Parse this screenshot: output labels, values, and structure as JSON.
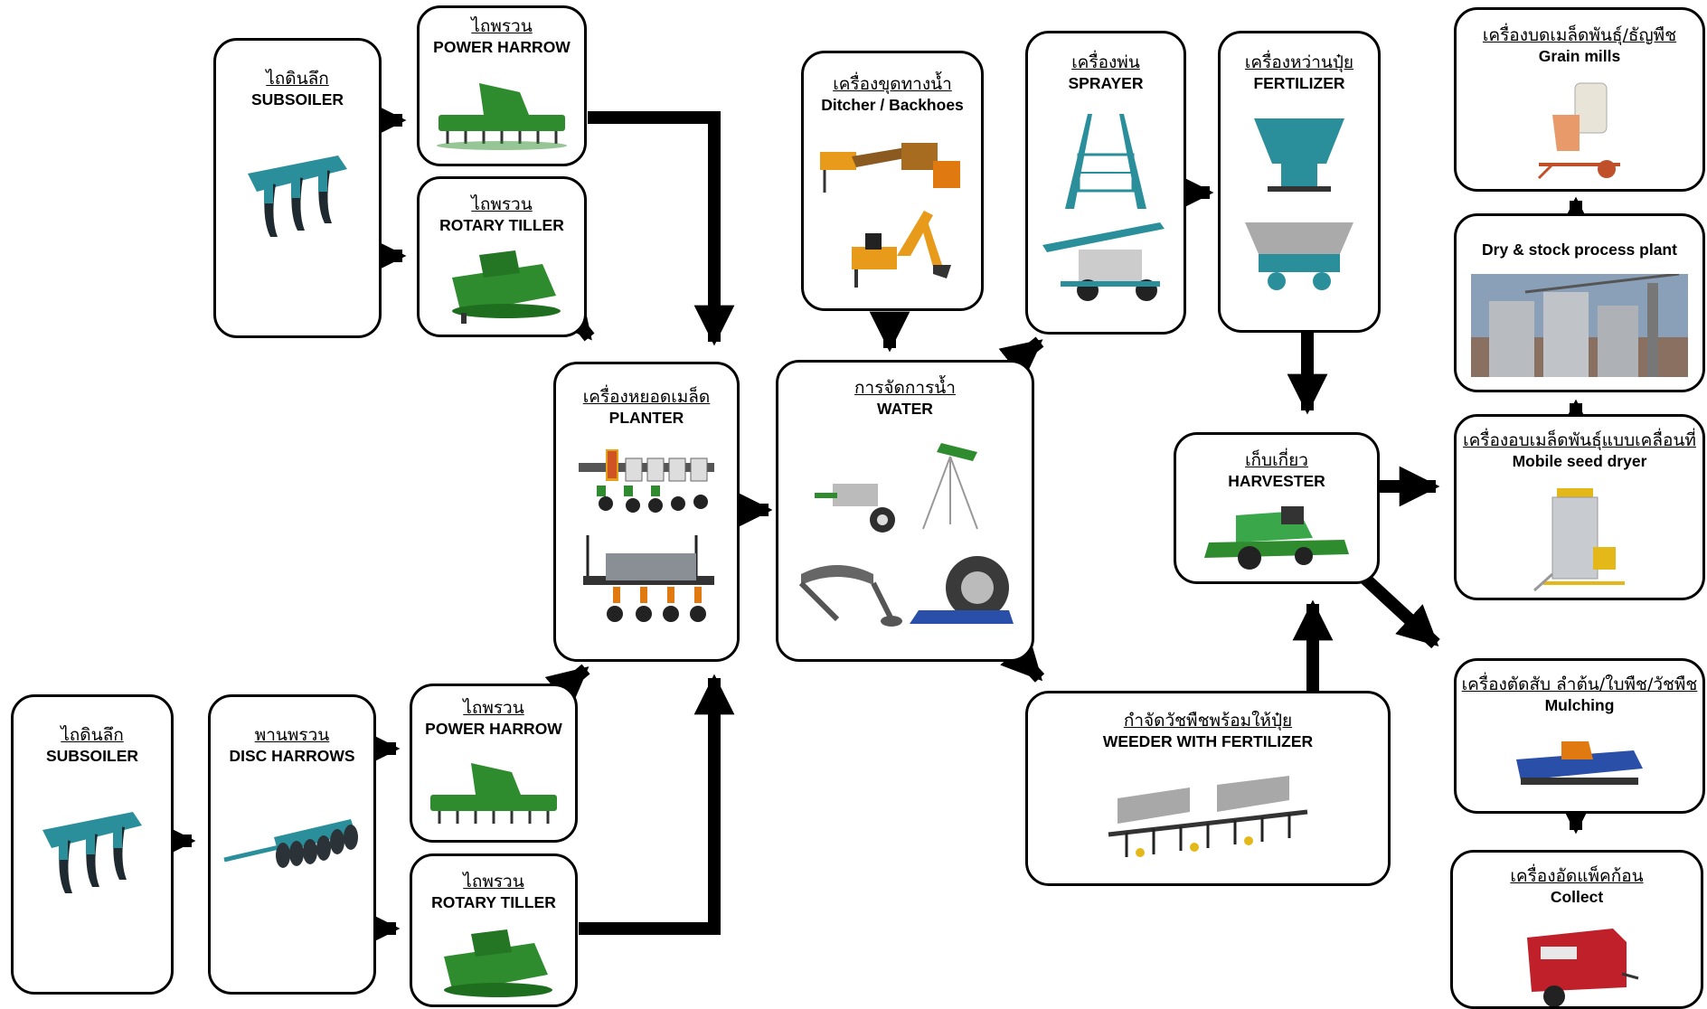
{
  "colors": {
    "border": "#000000",
    "arrow": "#000000",
    "implement_green": "#2e8b2e",
    "implement_teal": "#2a8f9a",
    "implement_orange": "#e89a1a",
    "implement_gray": "#8a8f96",
    "baler_red": "#c0202a"
  },
  "nodes": {
    "subsoiler_top": {
      "th": "ไถดินลึก",
      "en": "SUBSOILER",
      "icon": "subsoiler-icon"
    },
    "power_harrow_top": {
      "th": "ไถพรวน",
      "en": "POWER HARROW",
      "icon": "power-harrow-icon"
    },
    "rotary_tiller_top": {
      "th": "ไถพรวน",
      "en": "ROTARY TILLER",
      "icon": "rotary-tiller-icon"
    },
    "subsoiler_bottom": {
      "th": "ไถดินลึก",
      "en": "SUBSOILER",
      "icon": "subsoiler-icon"
    },
    "disc_harrows": {
      "th": "พานพรวน",
      "en": "DISC HARROWS",
      "icon": "disc-harrow-icon"
    },
    "power_harrow_bottom": {
      "th": "ไถพรวน",
      "en": "POWER HARROW",
      "icon": "power-harrow-icon"
    },
    "rotary_tiller_bottom": {
      "th": "ไถพรวน",
      "en": "ROTARY TILLER",
      "icon": "rotary-tiller-icon"
    },
    "planter": {
      "th": "เครื่องหยอดเมล็ด",
      "en": "PLANTER",
      "icon": "planter-icon"
    },
    "ditcher": {
      "th": "เครื่องขุดทางน้ำ",
      "en": "Ditcher / Backhoes",
      "icon": "backhoe-icon"
    },
    "water": {
      "th": "การจัดการน้ำ",
      "en": "WATER",
      "icon": "irrigation-icon"
    },
    "sprayer": {
      "th": "เครื่องพ่น",
      "en": "SPRAYER",
      "icon": "sprayer-icon"
    },
    "fertilizer": {
      "th": "เครื่องหว่านปุ๋ย",
      "en": "FERTILIZER",
      "icon": "fertilizer-spreader-icon"
    },
    "weeder": {
      "th": "กำจัดวัชพืชพร้อมให้ปุ๋ย",
      "en": "WEEDER WITH FERTILIZER",
      "icon": "weeder-icon"
    },
    "harvester": {
      "th": "เก็บเกี่ยว",
      "en": "HARVESTER",
      "icon": "combine-harvester-icon"
    },
    "grain_mills": {
      "th": "เครื่องบดเมล็ดพันธุ์/ธัญพืช",
      "en": "Grain mills",
      "icon": "grain-mill-icon"
    },
    "dry_stock": {
      "th": "",
      "en": "Dry & stock process plant",
      "icon": "silo-plant-icon"
    },
    "seed_dryer": {
      "th": "เครื่องอบเมล็ดพันธุ์แบบเคลื่อนที่",
      "en": "Mobile seed dryer",
      "icon": "seed-dryer-icon"
    },
    "mulching": {
      "th": "เครื่องตัดสับ ลำต้น/ใบพืช/วัชพืช",
      "en": "Mulching",
      "icon": "mulcher-icon"
    },
    "collect": {
      "th": "เครื่องอัดแพ็คก้อน",
      "en": "Collect",
      "icon": "baler-icon"
    }
  },
  "edges": [
    [
      "subsoiler_top",
      "power_harrow_top"
    ],
    [
      "subsoiler_top",
      "rotary_tiller_top"
    ],
    [
      "power_harrow_top",
      "planter"
    ],
    [
      "rotary_tiller_top",
      "planter"
    ],
    [
      "subsoiler_bottom",
      "disc_harrows"
    ],
    [
      "disc_harrows",
      "power_harrow_bottom"
    ],
    [
      "disc_harrows",
      "rotary_tiller_bottom"
    ],
    [
      "power_harrow_bottom",
      "planter"
    ],
    [
      "rotary_tiller_bottom",
      "planter"
    ],
    [
      "planter",
      "water"
    ],
    [
      "ditcher",
      "water"
    ],
    [
      "water",
      "sprayer"
    ],
    [
      "water",
      "weeder"
    ],
    [
      "sprayer",
      "fertilizer"
    ],
    [
      "fertilizer",
      "harvester"
    ],
    [
      "weeder",
      "harvester"
    ],
    [
      "harvester",
      "seed_dryer"
    ],
    [
      "harvester",
      "mulching"
    ],
    [
      "seed_dryer",
      "dry_stock"
    ],
    [
      "dry_stock",
      "grain_mills"
    ],
    [
      "mulching",
      "collect"
    ]
  ]
}
